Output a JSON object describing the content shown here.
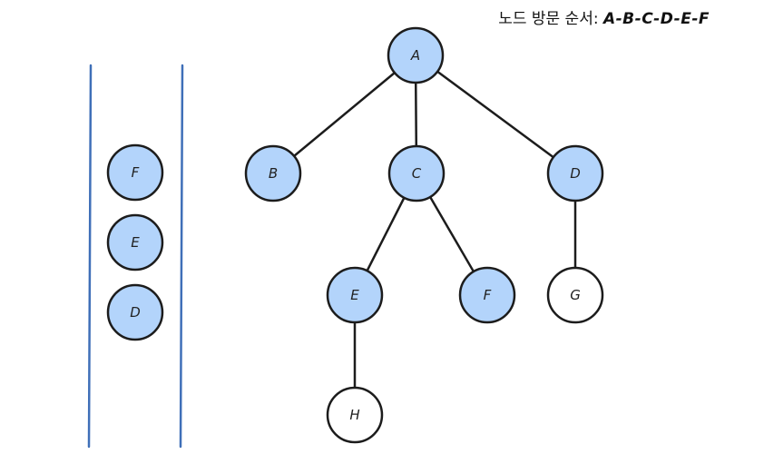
{
  "caption": {
    "label": "노드 방문 순서:",
    "sequence": "A-B-C-D-E-F"
  },
  "colors": {
    "visited_fill": "#b3d4fb",
    "unvisited_fill": "#ffffff",
    "stroke": "#1c1c1c",
    "wall": "#3f6fb8"
  },
  "tree": {
    "nodes": [
      {
        "id": "A",
        "label": "A",
        "visited": true
      },
      {
        "id": "B",
        "label": "B",
        "visited": true
      },
      {
        "id": "C",
        "label": "C",
        "visited": true
      },
      {
        "id": "D",
        "label": "D",
        "visited": true
      },
      {
        "id": "E",
        "label": "E",
        "visited": true
      },
      {
        "id": "F",
        "label": "F",
        "visited": true
      },
      {
        "id": "G",
        "label": "G",
        "visited": false
      },
      {
        "id": "H",
        "label": "H",
        "visited": false
      }
    ],
    "edges": [
      [
        "A",
        "B"
      ],
      [
        "A",
        "C"
      ],
      [
        "A",
        "D"
      ],
      [
        "C",
        "E"
      ],
      [
        "C",
        "F"
      ],
      [
        "D",
        "G"
      ],
      [
        "E",
        "H"
      ]
    ]
  },
  "queue": {
    "items": [
      "F",
      "E",
      "D"
    ]
  }
}
